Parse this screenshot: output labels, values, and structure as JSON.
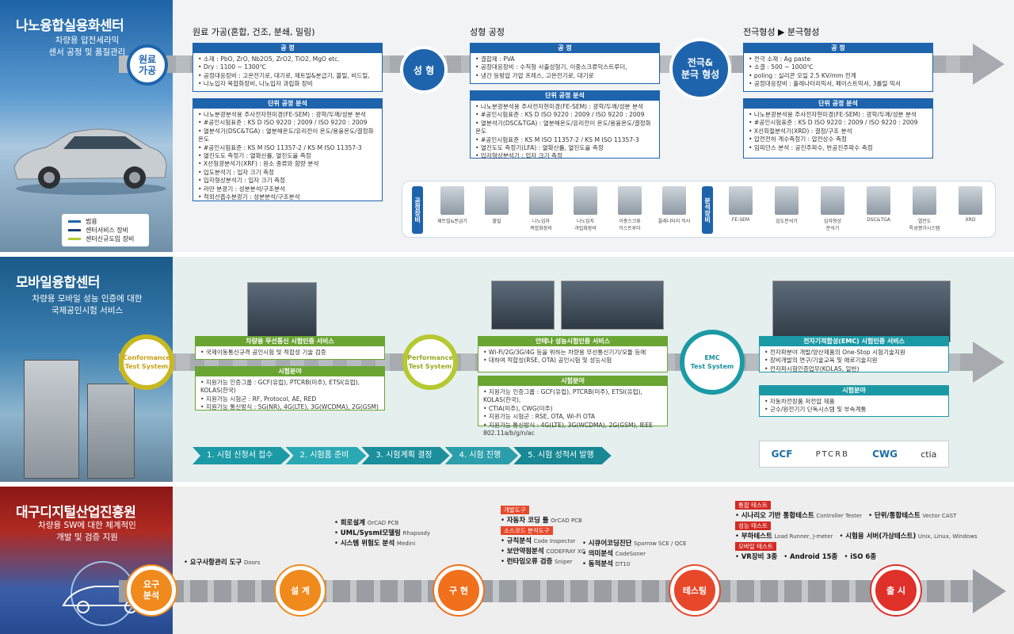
{
  "section1": {
    "title": "나노융합실용화센터",
    "subtitle": "차량용 압전세라믹\n센서 공정 및 품질관리",
    "legend": [
      {
        "label": "범용",
        "color": "#1e64ad"
      },
      {
        "label": "센터서비스 장비",
        "color": "#1a3f7a"
      },
      {
        "label": "센터신규도입 장비",
        "color": "#b5c930"
      }
    ],
    "stages": [
      {
        "circle": "원료\n가공",
        "title": "원료 가공(혼합, 건조, 분쇄, 밀링)"
      },
      {
        "circle": "성 형",
        "title": "성형 공정"
      },
      {
        "circle": "전극&\n분극 형성",
        "title": "전극형성 ▶ 분극형성"
      }
    ],
    "box_header_process": "공 정",
    "box_header_unit": "단위 공정 분석",
    "stage1_process": [
      "소재 : PbO, ZrO, Nb2O5, ZrO2, TiO2, MgO etc.",
      "Dry : 1100 ~ 1300℃",
      "공정대응장비 : 고온전기로, 대기로, 제트밀&분급기, 볼밀, 비드밀,",
      "나노입자 복합화장비, 나노입자 과립화 장비"
    ],
    "stage1_unit": [
      "나노분광분석용 주사전자현미경(FE-SEM) : 광학/두께/성분 분석",
      "#공인시험표준 : KS D ISO 9220 : 2009 / ISO 9220 : 2009",
      "열분석기(DSC&TGA) : 열분해온도/유리전이 온도/용융온도/결정화 온도",
      "#공인시험표준 : KS M ISO 11357-2 / KS M ISO 11357-3",
      "열진도도 측정기 : 열확산률, 열진도율 측정",
      "X선형광분석기(XRF) : 원소 종류와 함량 분석",
      "입도분석기 : 입자 크기 측정",
      "입자형상분석기 : 입자 크기 측정",
      "라만 분광기 : 성분분석/구조분석",
      "적외선흡수분광기 : 성분분석/구조분석"
    ],
    "stage2_process": [
      "결합제 : PVA",
      "공정대응장비 : 수직형 사출성형기, 이중스크류익스트루더,",
      "냉간 등방압 가압 프레스, 고온전기로, 대기로"
    ],
    "stage2_unit": [
      "나노분광분석용 주사전자현미경(FE-SEM) : 광학/두께/성분 분석",
      "#공인시험표준 : KS D ISO 9220 : 2009 / ISO 9220 : 2009",
      "열분석기(DSC&TGA) : 열분해온도/유리전이 온도/용융온도/결정화 온도",
      "#공인시험표준 : KS M ISO 11357-2 / KS M ISO 11357-3",
      "열진도도 측정기(LFA) : 열확산률, 열진도율 측정",
      "입자형상분석기 : 입자 크기 측정"
    ],
    "stage3_process": [
      "전극 소재 : Ag paste",
      "소결 : 500 ~ 1000℃",
      "poling : 실리콘 오일 2.5 KV/mm 전계",
      "공정대응장비 : 플레나터리믹서, 페이스트믹서, 3롤밀 믹서"
    ],
    "stage3_unit": [
      "나노분광분석용 주사전자현미경(FE-SEM) : 광학/두께/성분 분석",
      "#공인시험표준 : KS D ISO 9220 : 2009 / ISO 9220 : 2009",
      "X선회절분석기(XRD) : 결정/구조 분석",
      "압전전하 계수측정기 : 압전상수 측정",
      "임피던스 분석 : 공진주파수, 반공진주파수 측정"
    ],
    "equip_label_process": "공정장비",
    "equip_label_analysis": "분석장비",
    "equip_process": [
      "제트밀&분급기",
      "볼밀",
      "나노입자\n복합화장비",
      "나노입자\n과립화장비",
      "이중스크류\n익스트루더",
      "플래니터리 믹서"
    ],
    "equip_analysis": [
      "FE-SEM",
      "입도분석기",
      "입자형상\n분석기",
      "DSC&TGA",
      "열전도\n특성평가시스템",
      "XRD"
    ]
  },
  "section2": {
    "title": "모바일융합센터",
    "subtitle": "차량용 모바일 성능 인증에 대한\n국제공인시험 서비스",
    "stages": [
      {
        "circle": "Conformance\nTest System"
      },
      {
        "circle": "Performance\nTest System"
      },
      {
        "circle": "EMC\nTest System"
      }
    ],
    "box1_header": "차량용 무선통신 시험인증 서비스",
    "box1": [
      "국제이동통신규격 공인시험 및 적합성 기술 검증"
    ],
    "box1b_header": "시험분야",
    "box1b": [
      "지원가능 인증그룹 : GCF(유럽), PTCRB(미주), ETSI(유럽), KOLAS(한국)",
      "지원가능 시험군 : RF, Protocol, AE, RED",
      "지원가능 통신방식 : 5G(NR), 4G(LTE), 3G(WCDMA), 2G(GSM)"
    ],
    "box2_header": "안테나 성능시험인증 서비스",
    "box2": [
      "Wi-Fi/2G/3G/4G 등을 위하는 차량용 무선통신기기/모듈 등에",
      "대하여 적합성(RSE, OTA) 공인시험 및 성능시험"
    ],
    "box2b_header": "시험분야",
    "box2b": [
      "지원가능 인증그룹 : GCF(유럽), PTCRB(미주), ETSI(유럽), KOLAS(한국),",
      "CTIA(미주), CWG(미주)",
      "지원가능 시험군 : RSE, OTA, Wi-Fi OTA",
      "지원가능 통신방식 : 4G(LTE), 3G(WCDMA), 2G(GSM), IEEE 802.11a/b/g/n/ac"
    ],
    "box3_header": "전자기적합성(EMC) 시험인증 서비스",
    "box3": [
      "전자파분야 개발/양산제품의 One-Stop 시험기술지원",
      "장비개발의 연구/기술교육 및 애로기술지원",
      "전자파시험인증업무(KOLAS, 일반)"
    ],
    "box3b_header": "시험분야",
    "box3b": [
      "자동차전장품 저전압 제품",
      "군수/원전기기 단독시스템 및 부속계통"
    ],
    "steps": [
      "1. 시험 신청서 접수",
      "2. 시험품 준비",
      "3. 시험계획 결정",
      "4. 시험 진행",
      "5. 시험 성적서 발행"
    ],
    "step_colors": [
      "#1b9aa6",
      "#2aa8b4",
      "#1b8f9c",
      "#2c9eab",
      "#178894"
    ],
    "logos": [
      "GCF",
      "PTCRB",
      "CWG",
      "ctia"
    ]
  },
  "section3": {
    "title": "대구디지털산업진흥원",
    "subtitle": "차량용 SW에 대한 체계적인\n개발 및 검증 지원",
    "circles": [
      "요구\n분석",
      "설 계",
      "구 현",
      "테스팅",
      "출 시"
    ],
    "req": [
      {
        "name": "요구사항관리 도구",
        "tool": "Doors"
      }
    ],
    "design": [
      {
        "name": "회로설계",
        "tool": "OrCAD PCB"
      },
      {
        "name": "UML/SysmI모델링",
        "tool": "Rhapsody"
      },
      {
        "name": "시스템 위험도 분석",
        "tool": "Medini"
      }
    ],
    "impl_tag1": "개발도구",
    "impl_tag2": "소스코드 분석도구",
    "impl": [
      {
        "name": "자동차 코딩 툴",
        "tool": "OrCAD PCB"
      }
    ],
    "impl2_left": [
      {
        "name": "규칙분석",
        "tool": "Code Inspector"
      },
      {
        "name": "보안약점분석",
        "tool": "CODEFRAY XG"
      },
      {
        "name": "런타임오류 검증",
        "tool": "Sniper"
      }
    ],
    "impl2_right": [
      {
        "name": "시큐어코딩진단",
        "tool": "Sparrow SCE / QCE"
      },
      {
        "name": "의미분석",
        "tool": "CodeSoner"
      },
      {
        "name": "동적분석",
        "tool": "DT10"
      }
    ],
    "test_tag1": "통합 테스트",
    "test1": [
      {
        "name": "시나리오 기반 통합테스트",
        "tool": "Controller Tester"
      },
      {
        "name": "단위/통합테스트",
        "tool": "Vector CAST"
      }
    ],
    "test_tag2": "성능 테스트",
    "test2": [
      {
        "name": "부하테스트",
        "tool": "Load Runner, J-meter"
      },
      {
        "name": "시험용 서버(가상테스트)",
        "tool": "Unix, Linux, Windows"
      }
    ],
    "test_tag3": "모바일 테스트",
    "test3": [
      {
        "name": "VR장비 3종"
      },
      {
        "name": "Android 15종"
      },
      {
        "name": "iSO 6종"
      }
    ]
  }
}
